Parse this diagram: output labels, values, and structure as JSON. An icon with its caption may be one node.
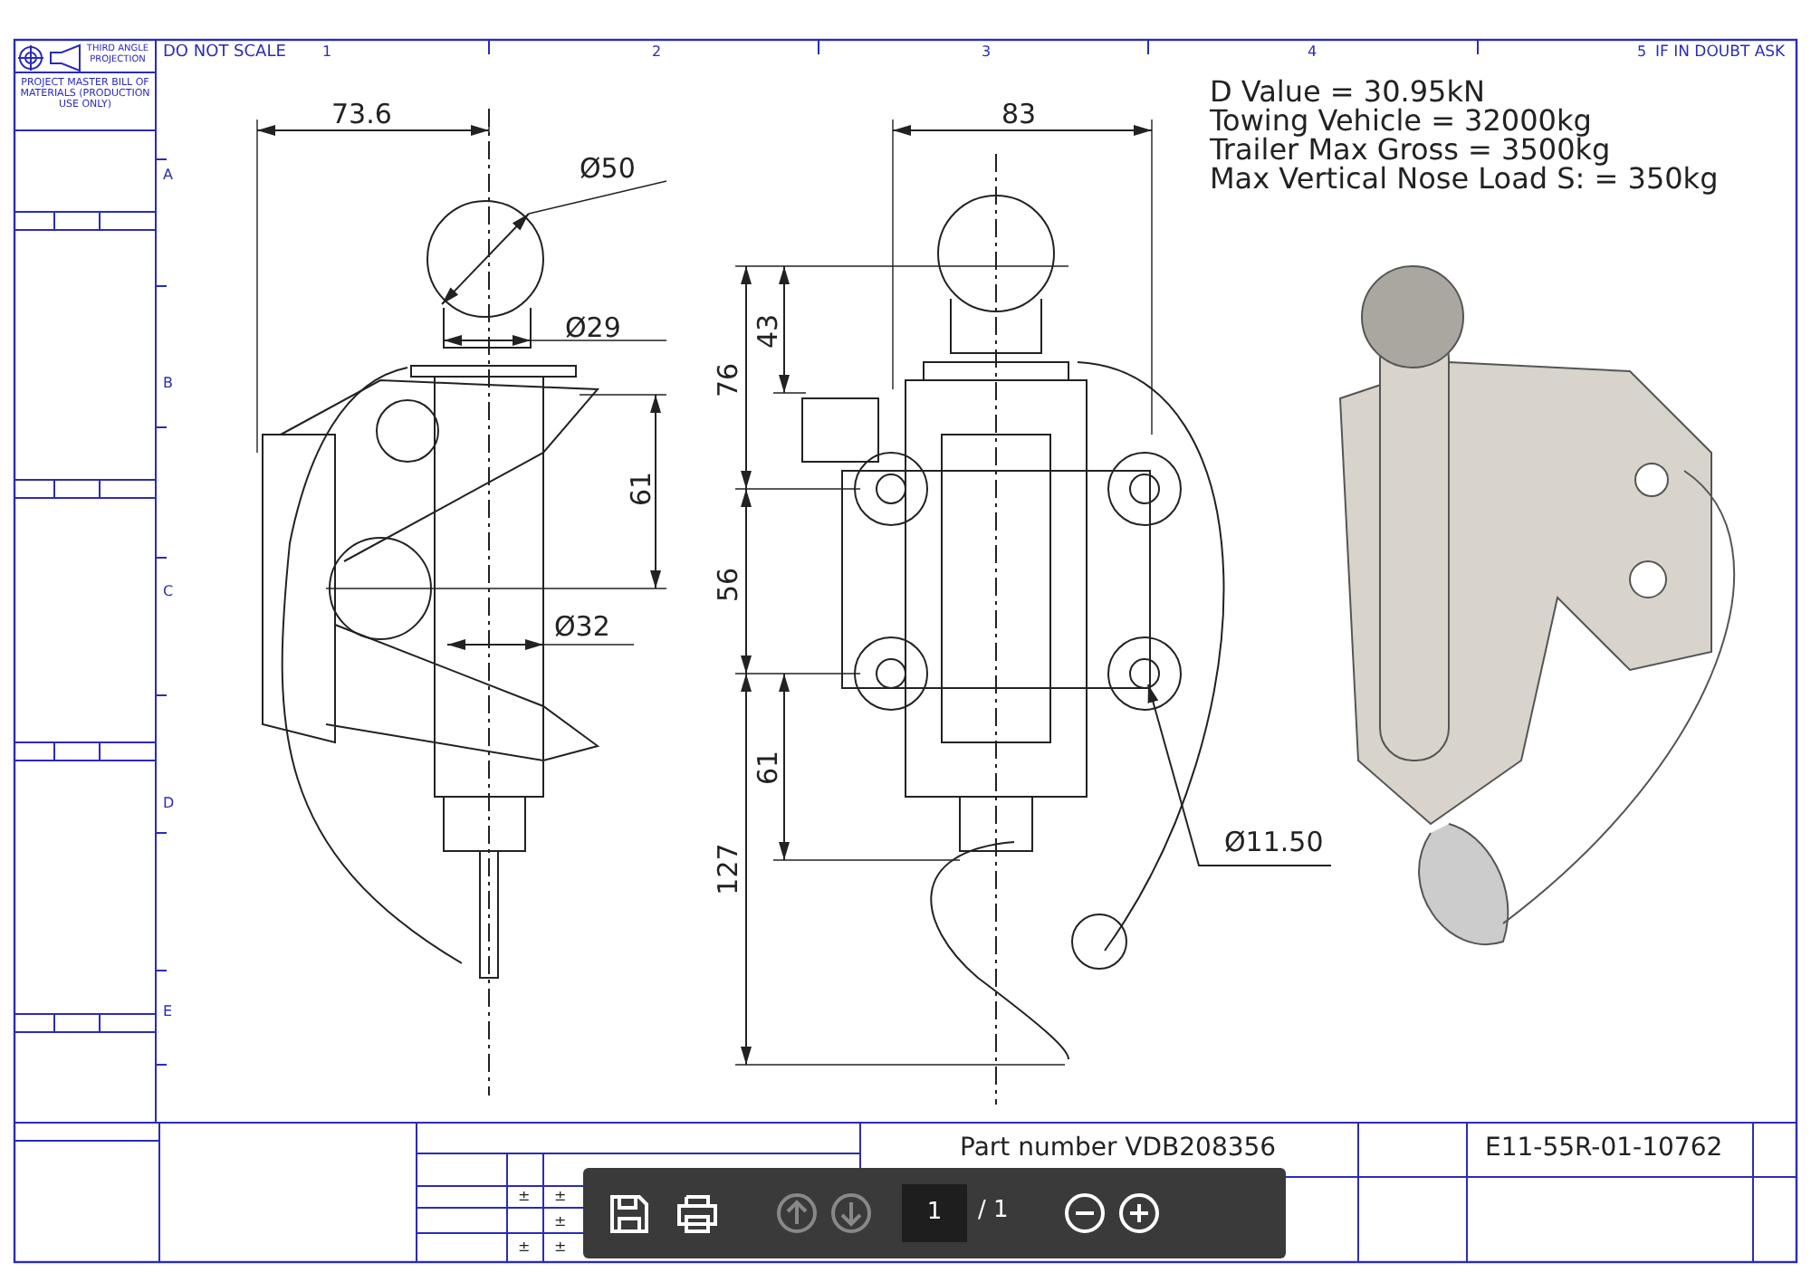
{
  "diagram": {
    "labels": [
      "THIRD ANGLE PROJECTION",
      "PROJECT MASTER BILL OF MATERIALS (PRODUCTION USE ONLY)",
      "DO NOT SCALE",
      "1",
      "2",
      "3",
      "4",
      "5",
      "IF IN DOUBT ASK",
      "73.6",
      "83",
      "D Value = 30.95kN",
      "Towing Vehicle = 32000kg",
      "Trailer Max Gross = 3500kg",
      "Max Vertical Nose Load S: = 350kg",
      "Ø50",
      "A",
      "Ø29",
      "76",
      "43",
      "B",
      "61",
      "56",
      "C",
      "Ø32",
      "61",
      "D",
      "Ø11.50",
      "127",
      "E",
      "Part number VDB208356",
      "E11-55R-01-10762",
      "±",
      "±",
      "±",
      "±",
      "±",
      "1",
      "/ 1"
    ]
  }
}
